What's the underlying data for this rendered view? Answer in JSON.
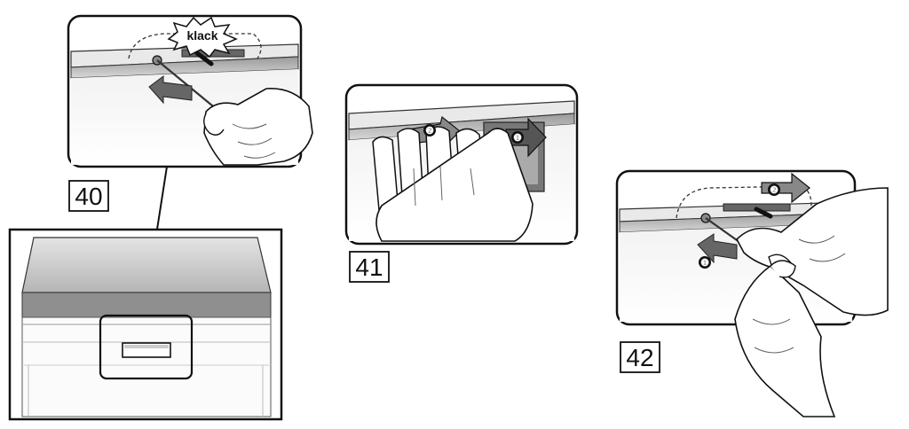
{
  "steps": [
    {
      "number": "40",
      "callout": "klack"
    },
    {
      "number": "41",
      "badges": [
        "❷",
        "❶"
      ]
    },
    {
      "number": "42",
      "badges": [
        "❷",
        "❶"
      ]
    }
  ]
}
